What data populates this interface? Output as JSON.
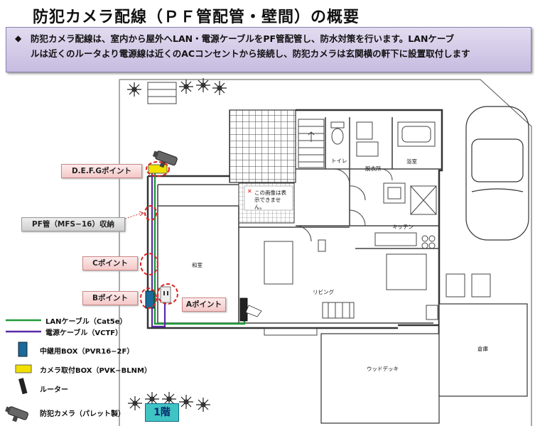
{
  "title": "防犯カメラ配線（ＰＦ管配管・壁間）の概要",
  "description": {
    "bullet": "◆",
    "line1": "防犯カメラ配線は、室内から屋外へLAN・電源ケーブルをPF管配管し、防水対策を行います。LANケーブ",
    "line2": "ルは近くのルータより電源線は近くのACコンセントから接続し、防犯カメラは玄関横の軒下に設置取付します"
  },
  "callouts": {
    "defg": "D.E.F.Gポイント",
    "pf": "PF管（MFS−16）収納",
    "c": "Cポイント",
    "b": "Bポイント",
    "a": "Aポイント"
  },
  "rooms": {
    "toilet": "トイレ",
    "dressing": "脱衣所",
    "bath": "浴室",
    "kitchen": "キッチン",
    "washitsu": "和室",
    "living": "リビング",
    "storage": "倉庫",
    "deck": "ウッドデッキ",
    "note_line1": "この画像は表",
    "note_line2": "示できませ",
    "note_line3": "ん。"
  },
  "legend": {
    "lan": "LANケーブル（Cat5e）",
    "power": "電源ケーブル（VCTF）",
    "relay_box": "中継用BOX（PVR16−2F）",
    "camera_box": "カメラ取付BOX（PVK−BLNM）",
    "router": "ルーター",
    "camera": "防犯カメラ（パレット製）"
  },
  "floor_badge": "1階",
  "colors": {
    "lan_cable": "#1f9a3a",
    "power_cable": "#5a2aa8",
    "relay_box": "#1a6a9a",
    "camera_box": "#f2e000",
    "callout_marker": "#e02020",
    "floor_badge": "#3fc4c4"
  }
}
